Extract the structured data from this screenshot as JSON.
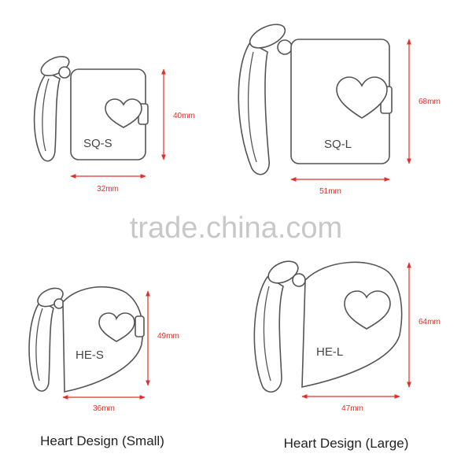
{
  "watermark": "trade.china.com",
  "colors": {
    "dimension": "#e0302c",
    "outline": "#555555",
    "watermark": "#c8c8c8"
  },
  "icons": {
    "tag_ornament": "heart-icon"
  },
  "products": [
    {
      "id": "sq-s",
      "model": "SQ-S",
      "width": "32mm",
      "height": "40mm"
    },
    {
      "id": "sq-l",
      "model": "SQ-L",
      "width": "51mm",
      "height": "68mm"
    },
    {
      "id": "he-s",
      "model": "HE-S",
      "width": "36mm",
      "height": "49mm"
    },
    {
      "id": "he-l",
      "model": "HE-L",
      "width": "47mm",
      "height": "64mm"
    }
  ],
  "captions": {
    "heart_small": "Heart Design (Small)",
    "heart_large": "Heart Design (Large)"
  }
}
